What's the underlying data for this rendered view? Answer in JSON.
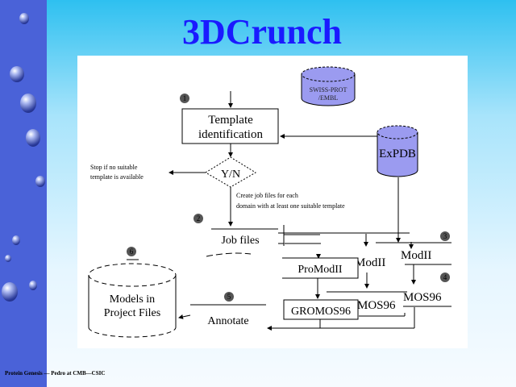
{
  "slide": {
    "title": "3DCrunch",
    "footer": "Protein Genesis — Pedro at CMB—CSIC"
  },
  "colors": {
    "accent": "#1a1aff",
    "sidebar": "#4a62d8",
    "database": "#9b9bf0"
  },
  "diagram": {
    "databases": {
      "swissprot_line1": "SWISS-PROT",
      "swissprot_line2": "/EMBL",
      "expdb": "ExPDB",
      "models_line1": "Models in",
      "models_line2": "Project Files"
    },
    "steps": [
      "1",
      "2",
      "3",
      "4",
      "5",
      "6"
    ],
    "template_line1": "Template",
    "template_line2": "identification",
    "decision": "Y/N",
    "stop_line1": "Stop if no suitable",
    "stop_line2": "template is available",
    "create_line1": "Create job files for each",
    "create_line2": "domain with at least one suitable template",
    "job_files": "Job files",
    "promodii": "ProModII",
    "promodii_b": "ModII",
    "promodii_c": "ModII",
    "gromos": "GROMOS96",
    "gromos_b": "MOS96",
    "gromos_c": "MOS96",
    "annotate": "Annotate"
  }
}
